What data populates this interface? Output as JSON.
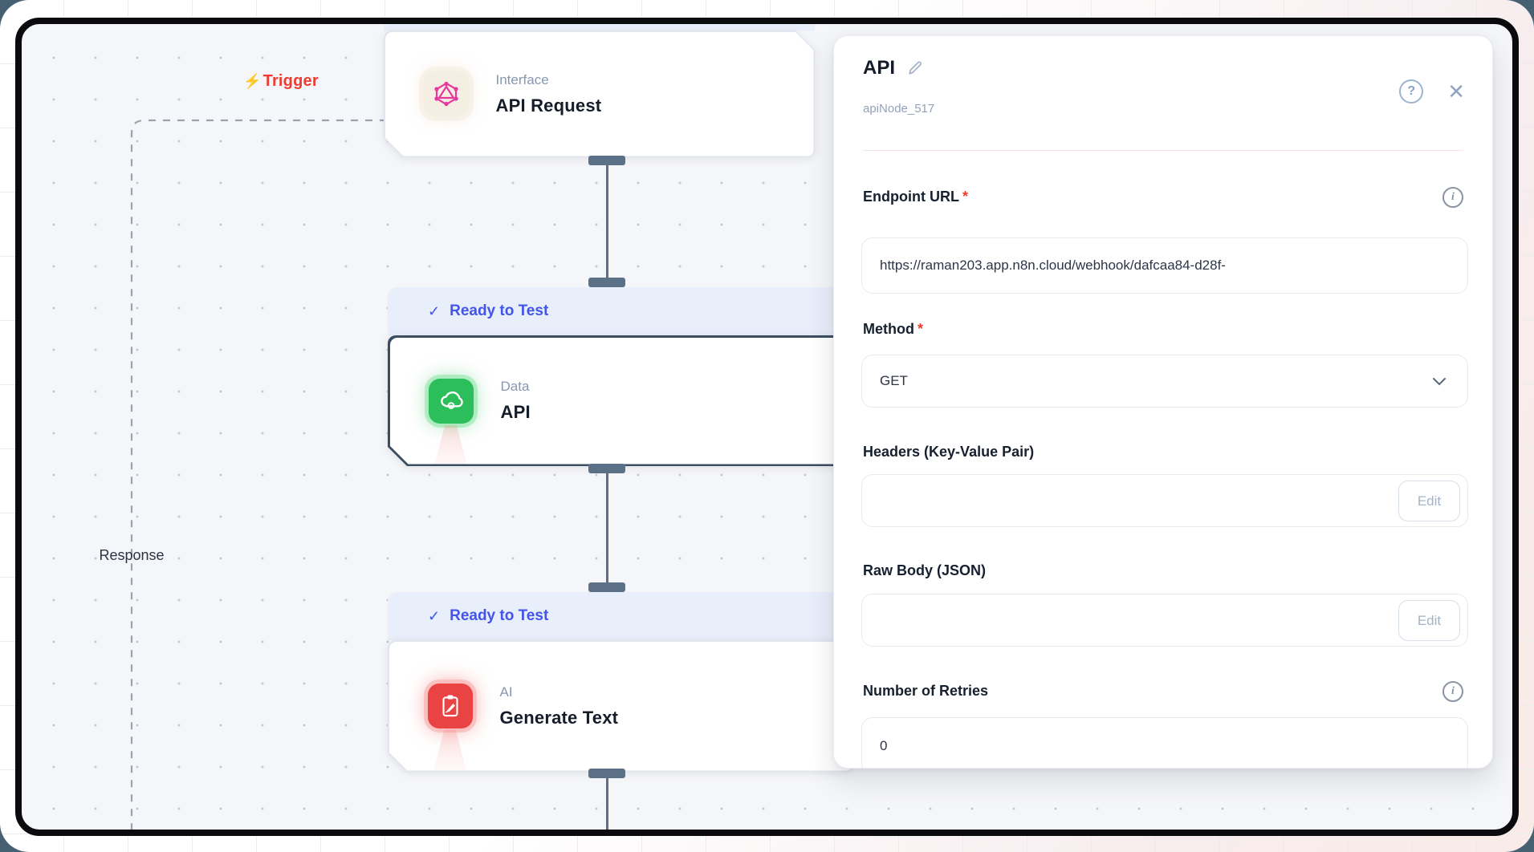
{
  "canvas": {
    "trigger": {
      "bolt": "⚡",
      "label": "Trigger"
    },
    "response_label": "Response",
    "badge_check": "✓",
    "nodes": [
      {
        "category": "Interface",
        "title": "API Request",
        "icon": "graphql-icon"
      },
      {
        "category": "Data",
        "title": "API",
        "icon": "cloud-gear-icon",
        "badge": "Ready to Test"
      },
      {
        "category": "AI",
        "title": "Generate Text",
        "icon": "clipboard-pencil-icon",
        "badge": "Ready to Test"
      }
    ]
  },
  "panel": {
    "title": "API",
    "node_id": "apiNode_517",
    "required_mark": "*",
    "close_glyph": "✕",
    "help_glyph": "?",
    "info_glyph": "i",
    "endpoint": {
      "label": "Endpoint URL",
      "value": "https://raman203.app.n8n.cloud/webhook/dafcaa84-d28f-"
    },
    "method": {
      "label": "Method",
      "value": "GET"
    },
    "headers": {
      "label": "Headers (Key-Value Pair)",
      "button": "Edit"
    },
    "raw_body": {
      "label": "Raw Body (JSON)",
      "button": "Edit"
    },
    "retries": {
      "label": "Number of Retries",
      "value": "0"
    }
  },
  "colors": {
    "trigger_red": "#ef3b30",
    "badge_blue": "#4255e8",
    "badge_bg": "#e9eefb",
    "data_green": "#2dbe5c",
    "ai_red": "#ea4343",
    "interface_beige": "#f4eee3",
    "graphql_pink": "#e6399f",
    "connector_slate": "#5c7187",
    "frame_black": "#0b0b0d",
    "outer_teal": "#466071"
  }
}
